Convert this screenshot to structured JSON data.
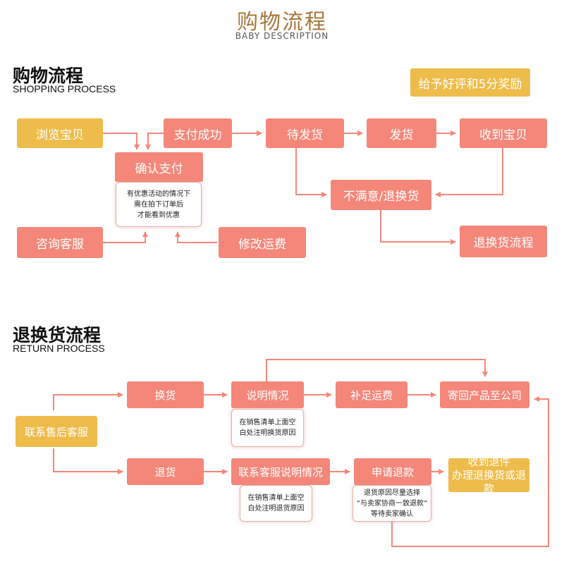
{
  "header": {
    "title": "购物流程",
    "subtitle": "BABY DESCRIPTION"
  },
  "shopping": {
    "title": "购物流程",
    "subtitle": "SHOPPING PROCESS",
    "reward": "给予好评和5分奖励",
    "browse": "浏览宝贝",
    "pay_success": "支付成功",
    "confirm_pay": "确认支付",
    "confirm_note": [
      "有优惠活动的情况下",
      "需在拍下订单后",
      "才能看到优惠"
    ],
    "await_ship": "待发货",
    "ship": "发货",
    "received": "收到宝贝",
    "unsatisfied": "不满意/退换货",
    "return_flow": "退换货流程",
    "consult": "咨询客服",
    "modify_shipping": "修改运费"
  },
  "returns": {
    "title": "退换货流程",
    "subtitle": "RETURN PROCESS",
    "contact": "联系售后客服",
    "exchange": "换货",
    "explain": "说明情况",
    "explain_note": [
      "在销售清单上面空",
      "白处注明换货原因"
    ],
    "add_shipping": "补足运费",
    "send_back": "寄回产品至公司",
    "refund_return": "退货",
    "contact_explain": "联系客服说明情况",
    "contact_note": [
      "在销售清单上面空",
      "白处注明退货原因"
    ],
    "apply_refund": "申请退款",
    "refund_note": [
      "退货原因尽量选择",
      "“与卖家协商一致退款”",
      "等待卖家确认"
    ],
    "receive_line1": "收到退件",
    "receive_line2": "办理退换货或退款"
  }
}
